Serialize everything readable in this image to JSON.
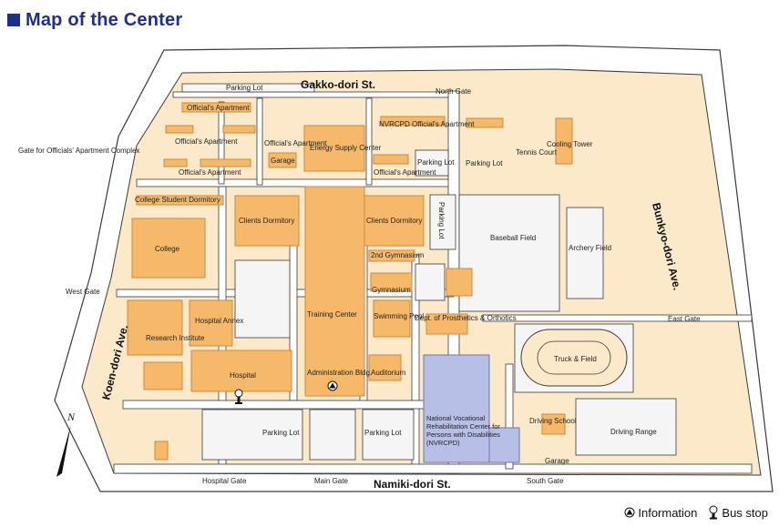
{
  "title": "Map of the Center",
  "colors": {
    "ground": "#fbe9c9",
    "building": "#f6b96a",
    "building_stroke": "#c98a3a",
    "road": "#ffffff",
    "road_edge": "#3a3a3a",
    "lot": "#f2f2f2",
    "nvrcpd": "#b8bfe6",
    "title": "#1d2f8f"
  },
  "streets": {
    "north": "Gakko-dori St.",
    "south": "Namiki-dori St.",
    "west": "Koen-dori Ave.",
    "east": "Bunkyo-dori Ave."
  },
  "gates": {
    "north": "North Gate",
    "officials": "Gate for Officials' Apartment Complex",
    "west": "West Gate",
    "east": "East Gate",
    "hospital": "Hospital Gate",
    "main": "Main Gate",
    "south": "South Gate"
  },
  "places": {
    "parking_top": "Parking Lot",
    "officials_apt_1": "Official's Apartment",
    "officials_apt_2": "Official's Apartment",
    "officials_apt_3": "Official's Apartment",
    "officials_apt_4": "Official's Apartment",
    "officials_apt_5": "Official's Apartment",
    "garage_1": "Garage",
    "energy": "Energy Supply Center",
    "nvrcpd_apt": "NVRCPD Official's Apartment",
    "parking_ne": "Parking Lot",
    "parking_tennis": "Parking Lot",
    "tennis": "Tennis Court",
    "cooling": "Cooling Tower",
    "college_dorm": "College Student Dormitory",
    "college": "College",
    "clients_dorm_1": "Clients Dormitory",
    "clients_dorm_2": "Clients Dormitory",
    "parking_mid": "Parking Lot",
    "baseball": "Baseball Field",
    "archery": "Archery Field",
    "gym2": "2nd Gymnasium",
    "gym": "Gymnasium",
    "training": "Training Center",
    "pool": "Swimming Pool",
    "prosthetics": "Dept. of Prosthetics & Orthotics",
    "research": "Research Institute",
    "hospital_annex": "Hospital Annex",
    "hospital": "Hospital",
    "admin": "Administration Bldg.",
    "auditorium": "Auditorium",
    "track": "Truck & Field",
    "nvrcpd": "National Vocational Rehabilitation Center for Persons with Disabilities (NVRCPD)",
    "driving_school": "Driving School",
    "driving_range": "Driving Range",
    "parking_s1": "Parking Lot",
    "parking_s2": "Parking Lot",
    "garage_2": "Garage"
  },
  "legend": {
    "information": "Information",
    "bus_stop": "Bus stop"
  },
  "north_label": "N"
}
